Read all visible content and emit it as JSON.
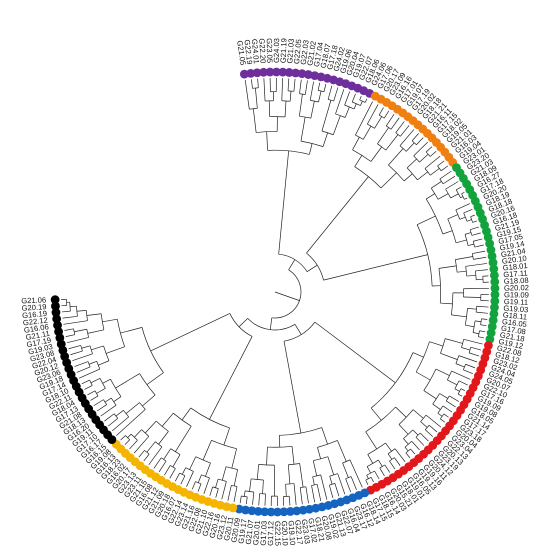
{
  "tree": {
    "type": "circular-dendrogram",
    "clusters": [
      {
        "color": "#6E2F9C",
        "leaves": [
          "G21.05",
          "G22.19",
          "G24.01",
          "G22.20",
          "G23.05",
          "G24.03",
          "G21.19",
          "G21.03",
          "G22.05",
          "G22.03",
          "G21.02",
          "G17.04",
          "G18.07",
          "G17.18",
          "G24.02",
          "G19.06",
          "G20.04",
          "G19.07",
          "G22.07",
          "G18.06",
          "G24.06"
        ]
      },
      {
        "color": "#F07F12",
        "leaves": [
          "G17.06",
          "G20.17",
          "G23.09",
          "G16.16",
          "G17.01",
          "G19.07",
          "G17.19",
          "G20.02",
          "G18.18",
          "G21.21",
          "G16.11",
          "G17.15",
          "G18.02",
          "G19.05",
          "G21.01",
          "G16.03",
          "G19.04"
        ]
      },
      {
        "color": "#12A33C",
        "leaves": [
          "G23.01",
          "G23.20",
          "G21.03",
          "G18.09",
          "G16.27",
          "G17.18",
          "G20.20",
          "G18.19",
          "G18.18",
          "G20.16",
          "G16.18",
          "G21.19",
          "G19.15",
          "G17.05",
          "G19.14",
          "G21.04",
          "G20.10",
          "G18.01",
          "G17.11",
          "G18.08",
          "G20.02",
          "G19.09",
          "G19.11",
          "G19.03",
          "G18.11",
          "G16.05",
          "G17.08",
          "G21.18",
          "G19.12"
        ]
      },
      {
        "color": "#E2171B",
        "leaves": [
          "G22.08",
          "G18.12",
          "G23.02",
          "G24.04",
          "G24.05",
          "G20.07",
          "G22.10",
          "G17.16",
          "G19.09",
          "G19.08",
          "G18.05",
          "G21.14",
          "G17.17",
          "G23.18",
          "G20.04",
          "G23.04",
          "G22.13",
          "G20.13",
          "G23.19",
          "G24.12",
          "G20.11",
          "G19.16",
          "G19.13",
          "G16.05",
          "G19.01",
          "G18.01",
          "G15.21",
          "G20.03",
          "G16.14",
          "G18.15",
          "G17.15"
        ]
      },
      {
        "color": "#1565C0",
        "leaves": [
          "G18.14",
          "G16.12",
          "G23.17",
          "G16.04",
          "G22.07",
          "G21.13",
          "G19.02",
          "G20.08",
          "G18.21",
          "G17.02",
          "G23.03",
          "G22.17",
          "G19.10",
          "G20.10",
          "G22.15",
          "G17.12",
          "G17.03",
          "G20.01",
          "G21.07",
          "G19.17",
          "G20.09"
        ]
      },
      {
        "color": "#F4B400",
        "leaves": [
          "G20.11",
          "G23.12",
          "G20.16",
          "G22.16",
          "G21.10",
          "G22.08",
          "G21.16",
          "G23.14",
          "G22.14",
          "G16.07",
          "G20.18",
          "G21.09",
          "G21.12",
          "G16.08",
          "G21.15",
          "G23.11",
          "G23.13",
          "G20.17",
          "G16.02",
          "G18.23",
          "G16.13",
          "G19.08"
        ]
      },
      {
        "color": "#000000",
        "leaves": [
          "G16.15",
          "G16.17",
          "G17.10",
          "G19.11",
          "G16.20",
          "G18.13",
          "G21.08",
          "G17.13",
          "G18.04",
          "G22.11",
          "G18.10",
          "G17.14",
          "G19.18",
          "G23.06",
          "G20.12",
          "G22.04",
          "G23.08",
          "G19.03",
          "G17.19",
          "G21.11",
          "G16.06",
          "G22.12",
          "G16.19",
          "G20.19",
          "G21.06"
        ]
      }
    ]
  }
}
